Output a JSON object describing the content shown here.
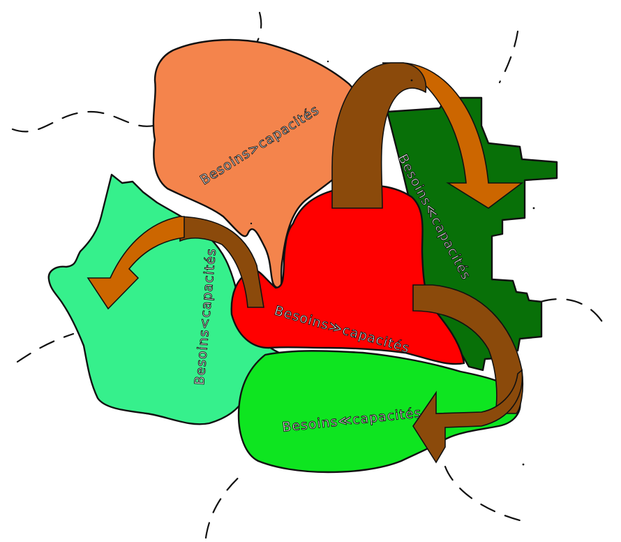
{
  "regions": [
    {
      "id": "orange",
      "label": "Besoins>capacités",
      "color": "#f4844c"
    },
    {
      "id": "dark-green",
      "label": "Besoins≪capacités",
      "color": "#087008"
    },
    {
      "id": "mint",
      "label": "Besoins<capacités",
      "color": "#36f08c"
    },
    {
      "id": "red",
      "label": "Besoins≫capacités",
      "color": "#ff0000"
    },
    {
      "id": "light-green",
      "label": "Besoins≪capacités",
      "color": "#0ee520"
    }
  ],
  "arrow_colors": {
    "dark": "#8b4a0b",
    "light": "#cc6600"
  }
}
